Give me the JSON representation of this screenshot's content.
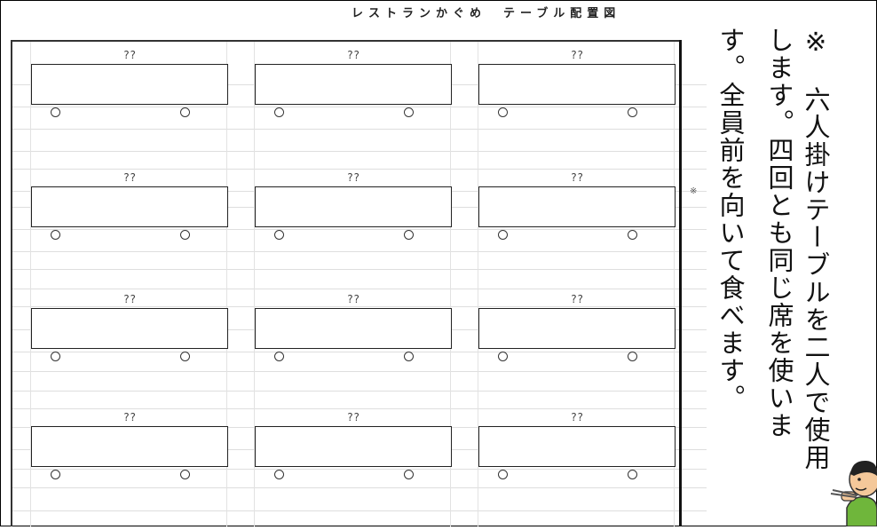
{
  "sheet": {
    "title": "レストランかぐめ　テーブル配置図",
    "tables": [
      {
        "name": "??"
      },
      {
        "name": "??"
      },
      {
        "name": "??"
      },
      {
        "name": "??"
      },
      {
        "name": "??"
      },
      {
        "name": "??"
      },
      {
        "name": "??"
      },
      {
        "name": "??"
      },
      {
        "name": "??"
      },
      {
        "name": "??"
      },
      {
        "name": "??"
      },
      {
        "name": "??"
      }
    ],
    "seat_symbol": "○",
    "side_mark": "※"
  },
  "note": {
    "lines": [
      "※　六人掛けテーブルを二人で使用",
      "します。四回とも同じ席を使いま",
      "す。全員前を向いて食べます。"
    ]
  },
  "illustration": {
    "icon": "person-eating-icon"
  }
}
